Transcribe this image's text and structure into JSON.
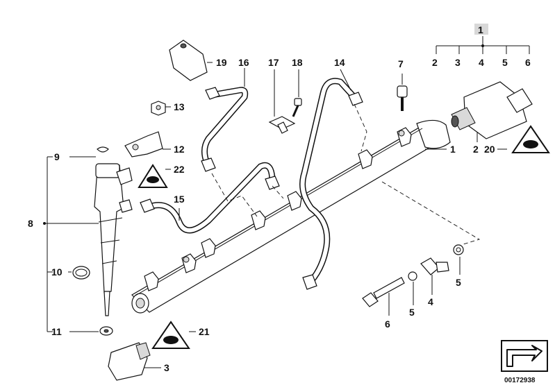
{
  "diagram": {
    "diagram_code": "00172938",
    "callouts": [
      "1",
      "2",
      "3",
      "4",
      "5",
      "6",
      "7",
      "8",
      "9",
      "10",
      "11",
      "12",
      "13",
      "14",
      "15",
      "16",
      "17",
      "18",
      "19",
      "20",
      "21",
      "22"
    ],
    "set_header": {
      "number": "1",
      "members": [
        "2",
        "3",
        "4",
        "5",
        "6"
      ]
    },
    "torque_symbols": [
      "20",
      "21",
      "22"
    ],
    "colors": {
      "ink": "#111111",
      "background": "#ffffff",
      "set_badge": "#d8d8d8"
    },
    "icons": [
      "torque-wrench-symbol-icon",
      "reference-arrow-icon"
    ]
  }
}
